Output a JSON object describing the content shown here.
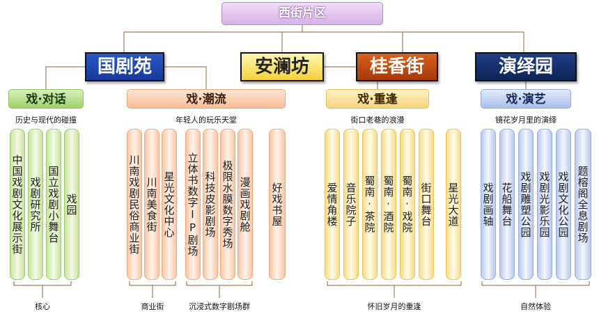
{
  "root": "西街片区",
  "districts": [
    {
      "name": "国剧苑",
      "theme": "戏·对话",
      "subtitle": "历史与现代的碰撞",
      "leaves": [
        "中国戏剧文化展示街",
        "戏剧研究所",
        "国立戏剧小舞台",
        "戏园"
      ],
      "bottom_labels": [
        "核心"
      ]
    },
    {
      "name": "安澜坊",
      "theme": "戏·潮流",
      "subtitle": "年轻人的玩乐天堂",
      "leaves": [
        "川南戏剧民俗商业街",
        "川南美食街",
        "星光文化中心",
        "立体书数字IP剧场",
        "科技皮影剧场",
        "极限水膜数字秀场",
        "漫画戏剧舱",
        "好戏书屋"
      ],
      "bottom_labels": [
        "商业街",
        "沉浸式数字剧场群"
      ]
    },
    {
      "name": "桂香街",
      "theme": "戏·重逢",
      "subtitle": "街口老巷的浪漫",
      "leaves": [
        "爱情角楼",
        "音乐院子",
        "蜀南·茶院",
        "蜀南·酒院",
        "蜀南·戏院",
        "街口舞台",
        "星光大道"
      ],
      "bottom_labels": [
        "怀旧岁月的重逢"
      ]
    },
    {
      "name": "演绎园",
      "theme": "戏·演艺",
      "subtitle": "镜花岁月里的演绎",
      "leaves": [
        "戏剧画轴",
        "花船舞台",
        "戏剧雕塑公园",
        "戏剧光影乐园",
        "戏剧文化公园",
        "题榕阁全息剧场"
      ],
      "bottom_labels": [
        "自然体验"
      ]
    }
  ]
}
